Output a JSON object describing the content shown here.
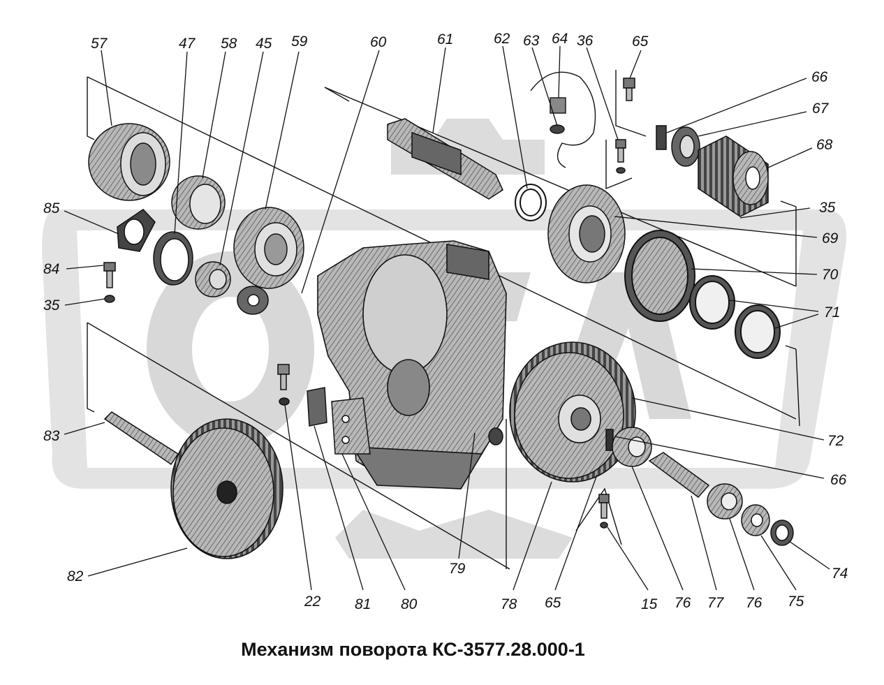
{
  "caption": "Механизм поворота КС-3577.28.000-1",
  "watermark": {
    "name": "ГАЗ-style-logo-watermark",
    "color": "#d4d4d4"
  },
  "colors": {
    "ink": "#111111",
    "part_fill": "#bcbcbc",
    "part_dark": "#5a5a5a"
  },
  "callouts": [
    {
      "id": "c57a",
      "text": "57"
    },
    {
      "id": "c47",
      "text": "47"
    },
    {
      "id": "c58",
      "text": "58"
    },
    {
      "id": "c45",
      "text": "45"
    },
    {
      "id": "c59",
      "text": "59"
    },
    {
      "id": "c60",
      "text": "60"
    },
    {
      "id": "c61",
      "text": "61"
    },
    {
      "id": "c62",
      "text": "62"
    },
    {
      "id": "c63",
      "text": "63"
    },
    {
      "id": "c64",
      "text": "64"
    },
    {
      "id": "c36",
      "text": "36"
    },
    {
      "id": "c65a",
      "text": "65"
    },
    {
      "id": "c66a",
      "text": "66"
    },
    {
      "id": "c67",
      "text": "67"
    },
    {
      "id": "c68",
      "text": "68"
    },
    {
      "id": "c35a",
      "text": "35"
    },
    {
      "id": "c69",
      "text": "69"
    },
    {
      "id": "c70",
      "text": "70"
    },
    {
      "id": "c71",
      "text": "71"
    },
    {
      "id": "c85",
      "text": "85"
    },
    {
      "id": "c84",
      "text": "84"
    },
    {
      "id": "c35b",
      "text": "35"
    },
    {
      "id": "c83",
      "text": "83"
    },
    {
      "id": "c72",
      "text": "72"
    },
    {
      "id": "c66b",
      "text": "66"
    },
    {
      "id": "c74",
      "text": "74"
    },
    {
      "id": "c82",
      "text": "82"
    },
    {
      "id": "c79",
      "text": "79"
    },
    {
      "id": "c22",
      "text": "22"
    },
    {
      "id": "c81",
      "text": "81"
    },
    {
      "id": "c80",
      "text": "80"
    },
    {
      "id": "c78",
      "text": "78"
    },
    {
      "id": "c65b",
      "text": "65"
    },
    {
      "id": "c15",
      "text": "15"
    },
    {
      "id": "c76a",
      "text": "76"
    },
    {
      "id": "c77",
      "text": "77"
    },
    {
      "id": "c76b",
      "text": "76"
    },
    {
      "id": "c75",
      "text": "75"
    }
  ]
}
